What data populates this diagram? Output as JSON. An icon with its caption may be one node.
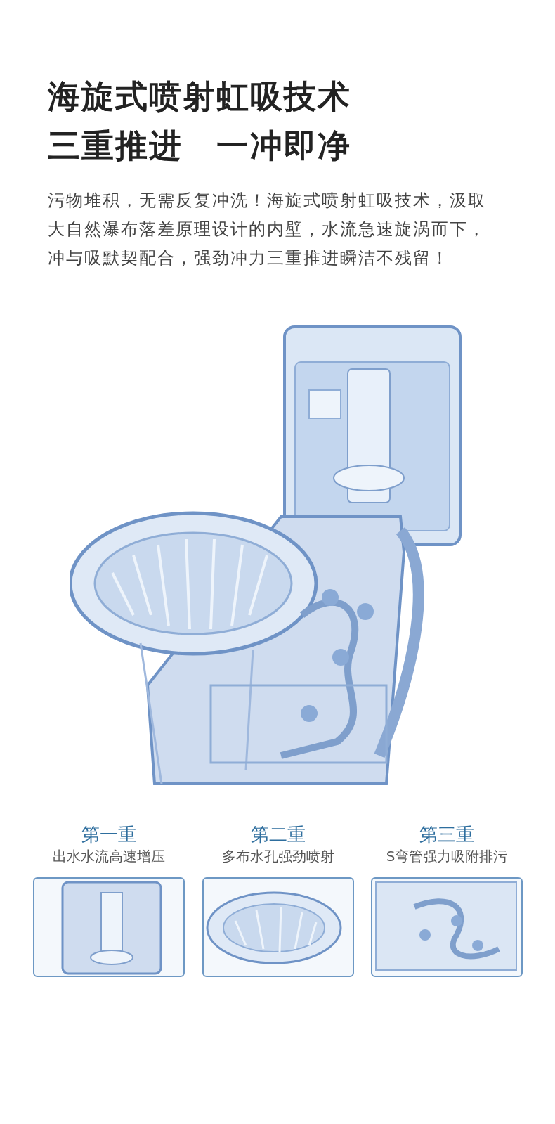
{
  "diagram": {
    "title": "海旋式喷射虹吸技术",
    "nodes": [
      {
        "text": [
          "第一重",
          "出水水流高速增压"
        ]
      },
      {
        "text": [
          "第二重",
          "多布水孔强劲喷射"
        ]
      },
      {
        "text": [
          "第三重",
          "S弯管强力吸附排污"
        ]
      }
    ],
    "labels": [
      "三重推进　一冲即净",
      "污物堆积，无需反复冲洗！海旋式喷射虹吸技术，汲取大自然瀑布落差原理设计的内壁，水流急速旋涡而下，冲与吸默契配合，强劲冲力三重推进瞬洁不残留！"
    ]
  }
}
